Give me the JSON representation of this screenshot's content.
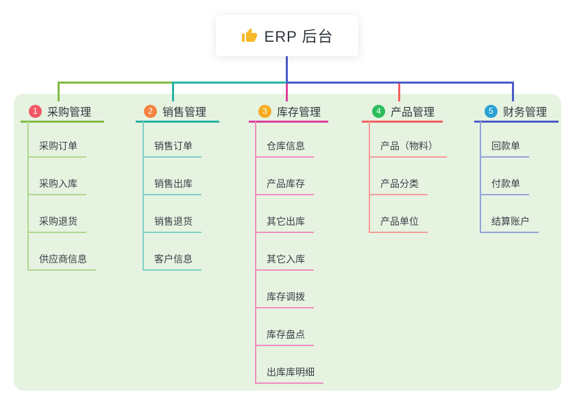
{
  "root": {
    "icon": "thumbs-up-icon",
    "title": "ERP 后台"
  },
  "colors": {
    "panel_background": "#e6f3e1",
    "root_stem": "#4a5bc8",
    "branch_1_line": "#82ba43",
    "branch_1_light": "#b0d88e",
    "branch_1_badge": "#f25767",
    "branch_2_line": "#27b3a4",
    "branch_2_light": "#7fd0c6",
    "branch_2_badge": "#f6823f",
    "branch_3_line": "#df3f9f",
    "branch_3_light": "#f08cc1",
    "branch_3_badge": "#f9ab21",
    "branch_4_line": "#f15f5f",
    "branch_4_light": "#f59d97",
    "branch_4_badge": "#2dbd5c",
    "branch_5_line": "#4a5bc8",
    "branch_5_light": "#94a3dc",
    "branch_5_badge": "#2aa0d6",
    "thumb_icon": "#f7b928"
  },
  "branches": [
    {
      "badge": "1",
      "title": "采购管理",
      "items": [
        "采购订单",
        "采购入库",
        "采购退货",
        "供应商信息"
      ]
    },
    {
      "badge": "2",
      "title": "销售管理",
      "items": [
        "销售订单",
        "销售出库",
        "销售退货",
        "客户信息"
      ]
    },
    {
      "badge": "3",
      "title": "库存管理",
      "items": [
        "仓库信息",
        "产品库存",
        "其它出库",
        "其它入库",
        "库存调拨",
        "库存盘点",
        "出库库明细"
      ]
    },
    {
      "badge": "4",
      "title": "产品管理",
      "items": [
        "产品（物料）",
        "产品分类",
        "产品单位"
      ]
    },
    {
      "badge": "5",
      "title": "财务管理",
      "items": [
        "回款单",
        "付款单",
        "结算账户"
      ]
    }
  ]
}
